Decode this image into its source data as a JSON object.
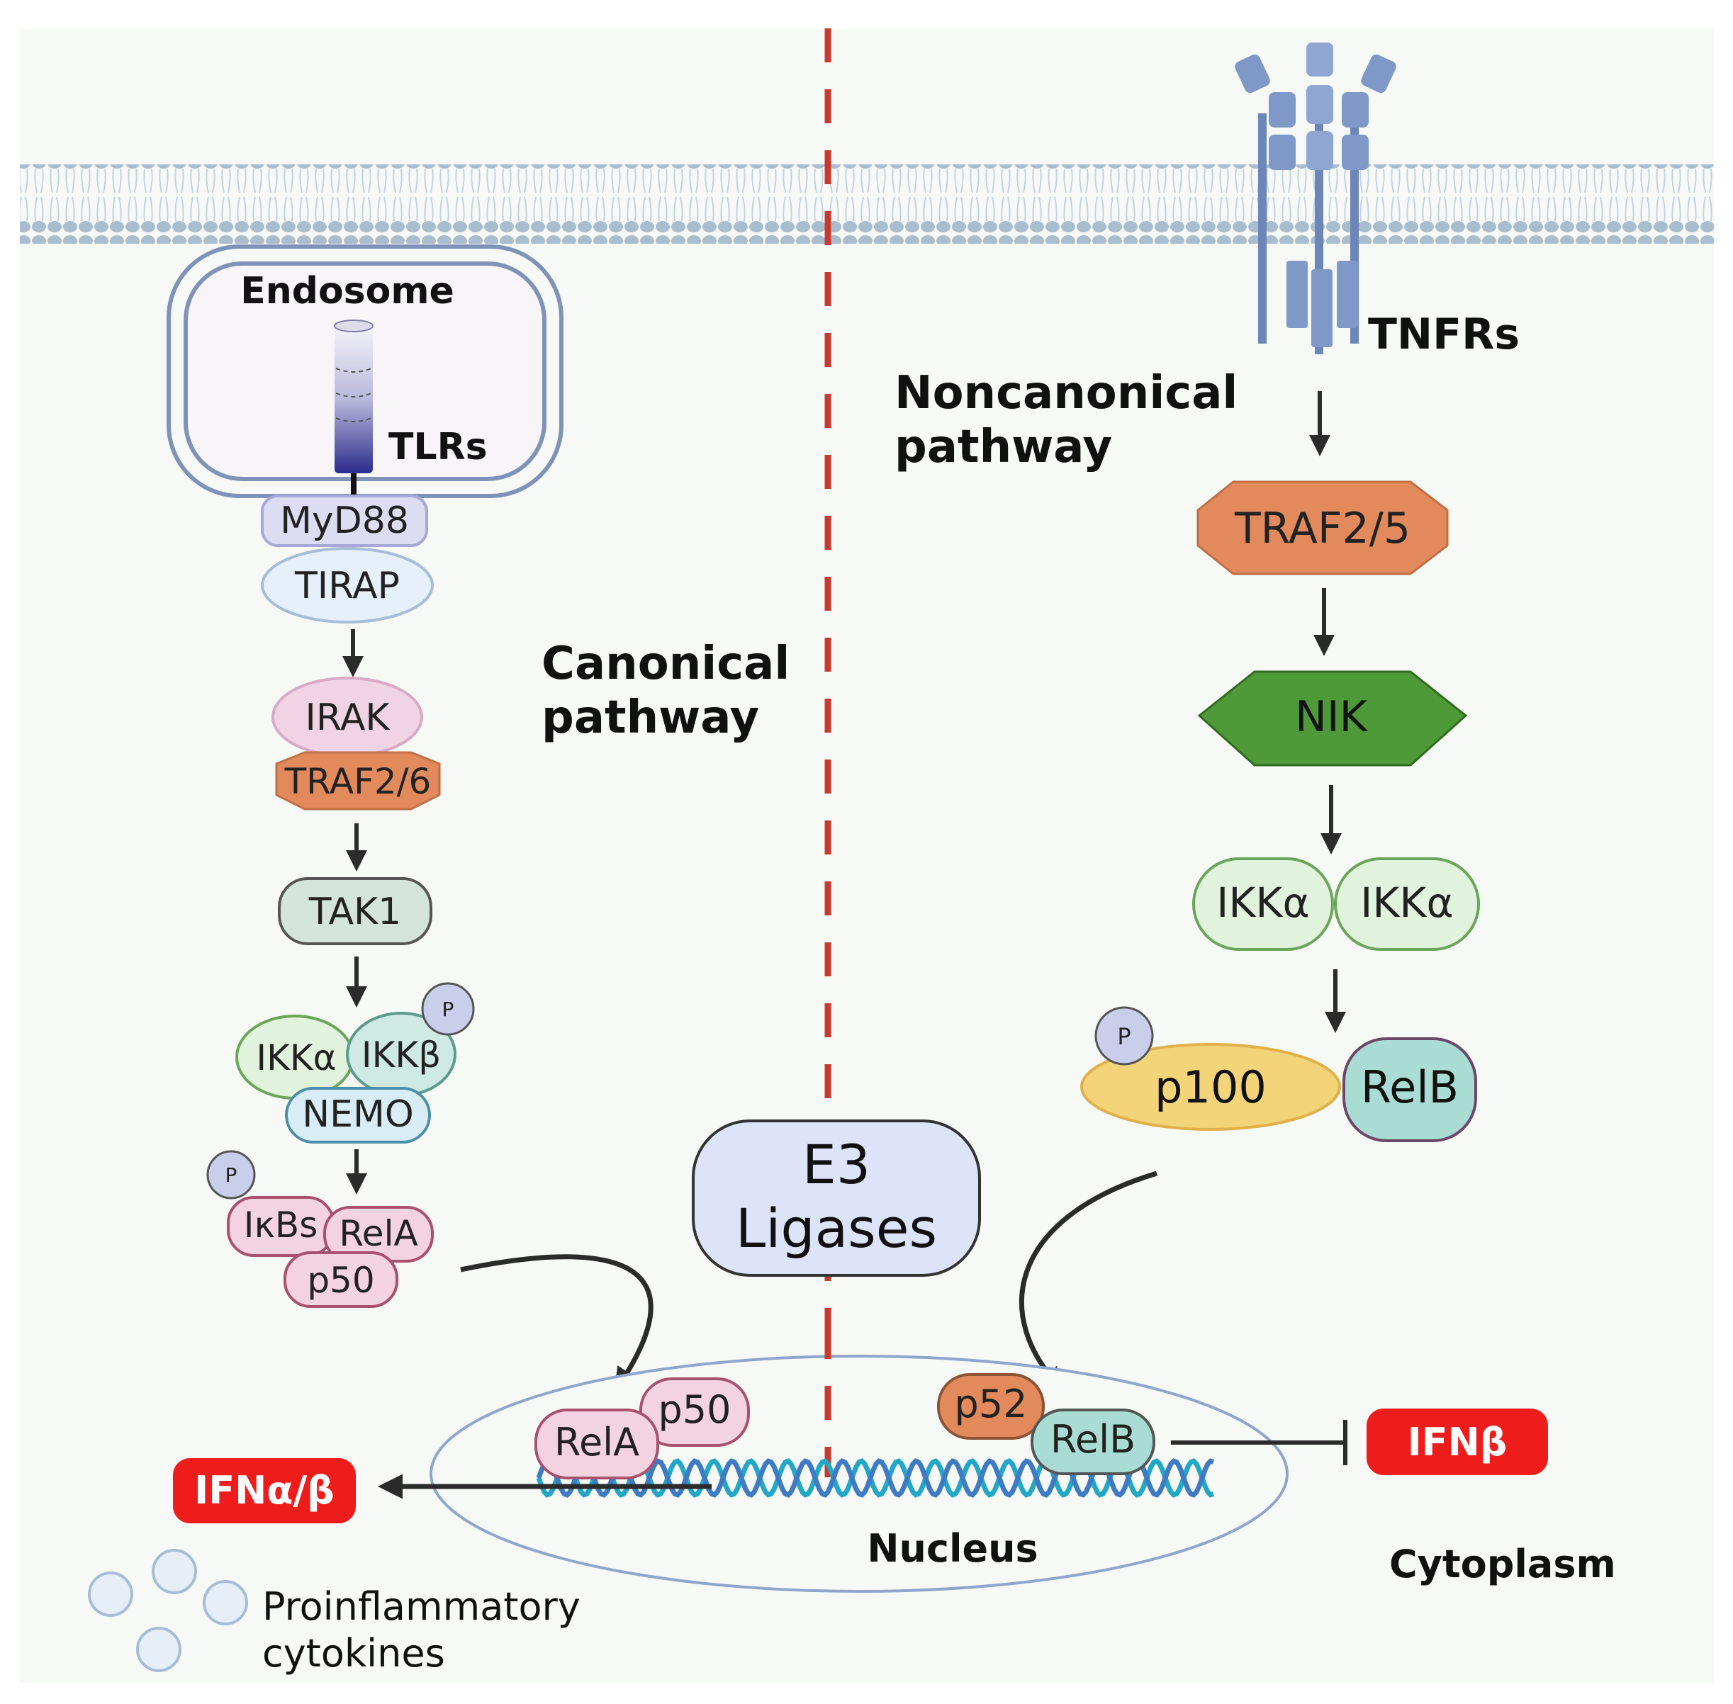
{
  "colors": {
    "background": "#f6f9f6",
    "membrane": "#a9bdcf",
    "membrane_tail": "#c3d2df",
    "divider": "#c83a30",
    "arrow": "#2b2b2b",
    "ifn_red": "#ef1c1c",
    "traf_orange": "#e28a5c",
    "nik_green": "#4f9a38",
    "ikka_green": "#e1f3dc",
    "myd88": "#dcdcf3",
    "tirap": "#e6f0fb",
    "irak": "#f0d4e4",
    "tak1": "#d4e4dd",
    "ikkb": "#cfe9e4",
    "nemo": "#d8edf5",
    "pink": "#f4d3e0",
    "relb": "#a9ddd3",
    "p100": "#f3d479",
    "p_circle": "#c9cfea",
    "e3": "#dde3f8",
    "receptor": "#7f98c8",
    "dna1": "#23a7c7",
    "dna2": "#3e7bc4"
  },
  "icons": {
    "membrane": "lipid-bilayer-icon",
    "receptor": "tnf-receptor-icon",
    "tlr": "toll-like-receptor-icon",
    "dna": "dna-helix-icon",
    "cytokine": "cytokine-vesicle-icon"
  },
  "labels": {
    "endosome": "Endosome",
    "tlrs": "TLRs",
    "tnfrs": "TNFRs",
    "noncanonical_line1": "Noncanonical",
    "noncanonical_line2": "pathway",
    "canonical_line1": "Canonical",
    "canonical_line2": "pathway",
    "nucleus": "Nucleus",
    "cytoplasm": "Cytoplasm",
    "proinflammatory_line1": "Proinflammatory",
    "proinflammatory_line2": "cytokines"
  },
  "canonical": {
    "myd88": "MyD88",
    "tirap": "TIRAP",
    "irak": "IRAK",
    "traf": "TRAF2/6",
    "tak1": "TAK1",
    "ikka": "IKKα",
    "ikkb": "IKKβ",
    "nemo": "NEMO",
    "ikbs": "IκBs",
    "rela": "RelA",
    "p50": "p50",
    "p_ikk": "P",
    "p_ikb": "P"
  },
  "noncanonical": {
    "traf": "TRAF2/5",
    "nik": "NIK",
    "ikka_1": "IKKα",
    "ikka_2": "IKKα",
    "p100": "p100",
    "relb": "RelB",
    "p_p100": "P"
  },
  "e3": {
    "line1": "E3",
    "line2": "Ligases"
  },
  "nucleus_complexes": {
    "rela": "RelA",
    "p50": "p50",
    "p52": "p52",
    "relb": "RelB"
  },
  "outputs": {
    "ifn_ab": "IFNα/β",
    "ifn_b": "IFNβ"
  }
}
